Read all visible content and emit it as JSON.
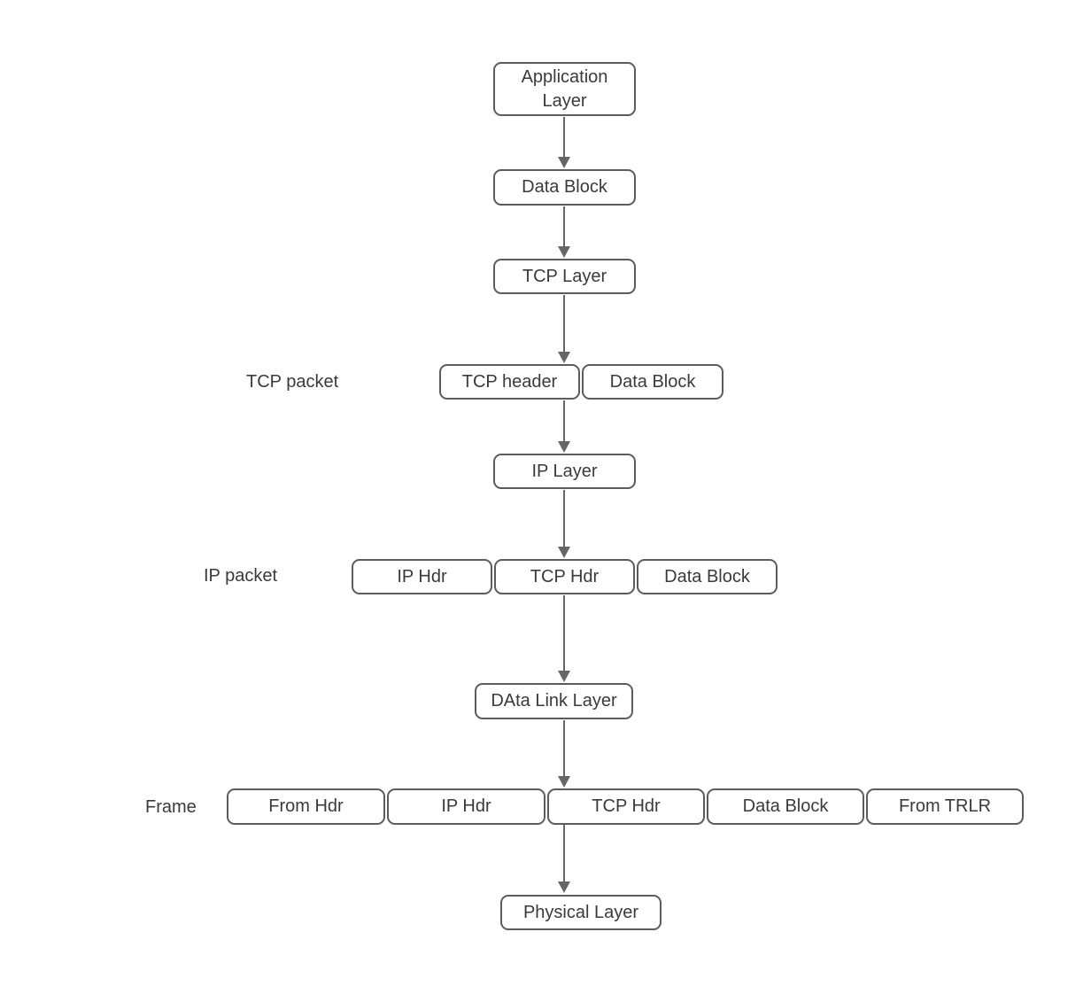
{
  "nodes": {
    "application_layer": "Application Layer",
    "data_block_1": "Data Block",
    "tcp_layer": "TCP Layer",
    "tcp_header": "TCP header",
    "data_block_2": "Data Block",
    "ip_layer": "IP Layer",
    "ip_hdr": "IP Hdr",
    "tcp_hdr": "TCP Hdr",
    "data_block_3": "Data Block",
    "data_link_layer": "DAta Link Layer",
    "frame_from_hdr": "From Hdr",
    "frame_ip_hdr": "IP Hdr",
    "frame_tcp_hdr": "TCP Hdr",
    "frame_data_block": "Data Block",
    "frame_from_trlr": "From TRLR",
    "physical_layer": "Physical Layer"
  },
  "labels": {
    "tcp_packet": "TCP packet",
    "ip_packet": "IP packet",
    "frame": "Frame"
  },
  "colors": {
    "border": "#5c5c5c",
    "text": "#3a3a3a",
    "arrow": "#666666",
    "background": "#ffffff"
  }
}
